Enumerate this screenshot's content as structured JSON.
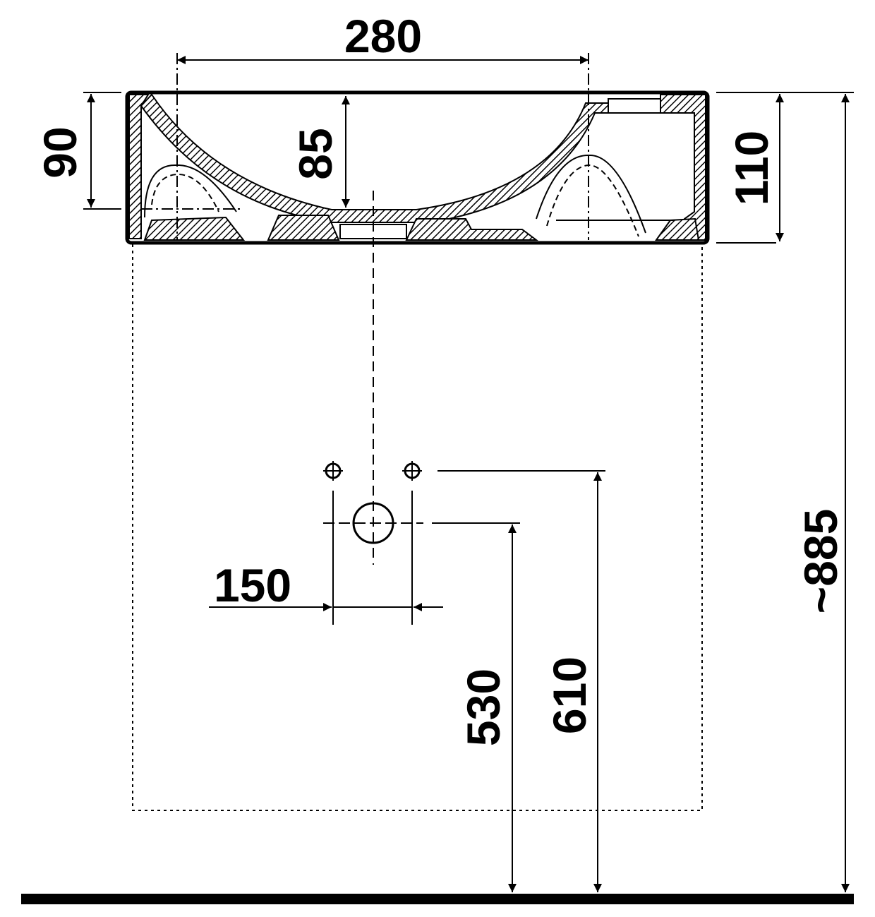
{
  "colors": {
    "ink": "#000000",
    "paper": "#ffffff"
  },
  "dimensions": {
    "basin_width": "280",
    "bowl_height_left": "90",
    "bowl_depth": "85",
    "basin_height": "110",
    "tap_hole_spacing": "150",
    "waste_height": "530",
    "supply_height": "610",
    "total_height": "~885"
  },
  "elements": {
    "floor_line": "floor",
    "basin_section": "basin cross-section",
    "waste_outlet": "waste outlet",
    "supply_points": [
      "left supply point",
      "right supply point"
    ],
    "mounting_outline": "dotted cabinet outline"
  }
}
